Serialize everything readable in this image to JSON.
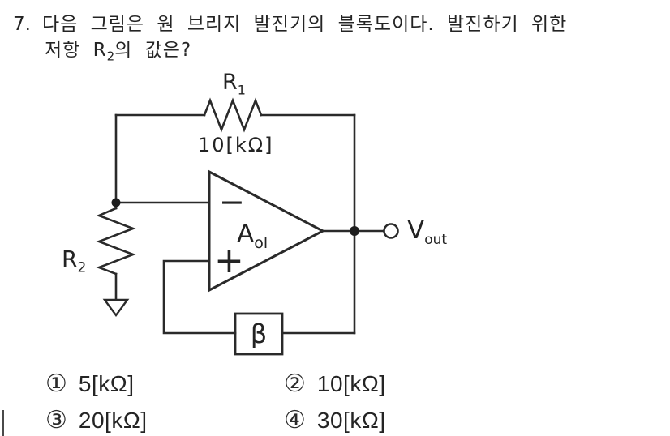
{
  "question": {
    "number": "7.",
    "line1": "다음 그림은 원 브리지 발진기의 블록도이다. 발진하기 위한",
    "line2_prefix": "저항 R",
    "line2_sub": "2",
    "line2_suffix": "의 값은?"
  },
  "circuit": {
    "r1_main": "R",
    "r1_sub": "1",
    "r1_value": "10[kΩ]",
    "r2_main": "R",
    "r2_sub": "2",
    "minus_sign": "−",
    "plus_sign": "+",
    "gain_main": "A",
    "gain_sub": "ol",
    "beta_label": "β",
    "vout_main": "V",
    "vout_sub": "out"
  },
  "options": [
    {
      "marker": "①",
      "label": "5[kΩ]"
    },
    {
      "marker": "②",
      "label": "10[kΩ]"
    },
    {
      "marker": "③",
      "label": "20[kΩ]"
    },
    {
      "marker": "④",
      "label": "30[kΩ]"
    }
  ],
  "colors": {
    "ink": "#232323",
    "background": "#ffffff"
  }
}
